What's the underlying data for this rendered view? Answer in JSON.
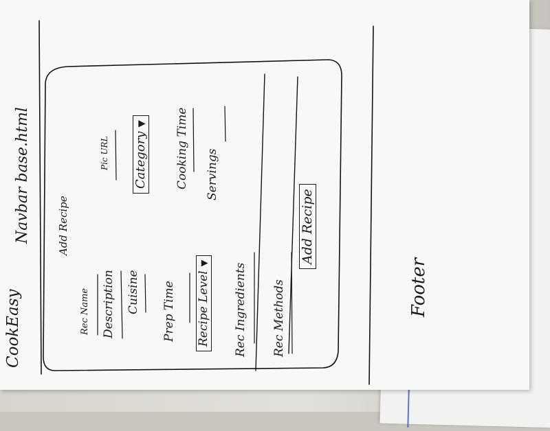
{
  "header": {
    "logo": "CookEasy",
    "nav": "Navbar base.html"
  },
  "form": {
    "title": "Add Recipe",
    "recipe_name": "Rec Name",
    "pic_url": "Pic URL",
    "description": "Description",
    "cuisine": "Cuisine",
    "category": "Category",
    "prep_time": "Prep Time",
    "cooking_time": "Cooking Time",
    "recipe_level": "Recipe Level",
    "servings": "Servings",
    "ingredients": "Rec Ingredients",
    "methods": "Rec Methods",
    "submit": "Add Recipe",
    "dropdown_icon": "▼"
  },
  "footer": {
    "label": "Footer"
  }
}
